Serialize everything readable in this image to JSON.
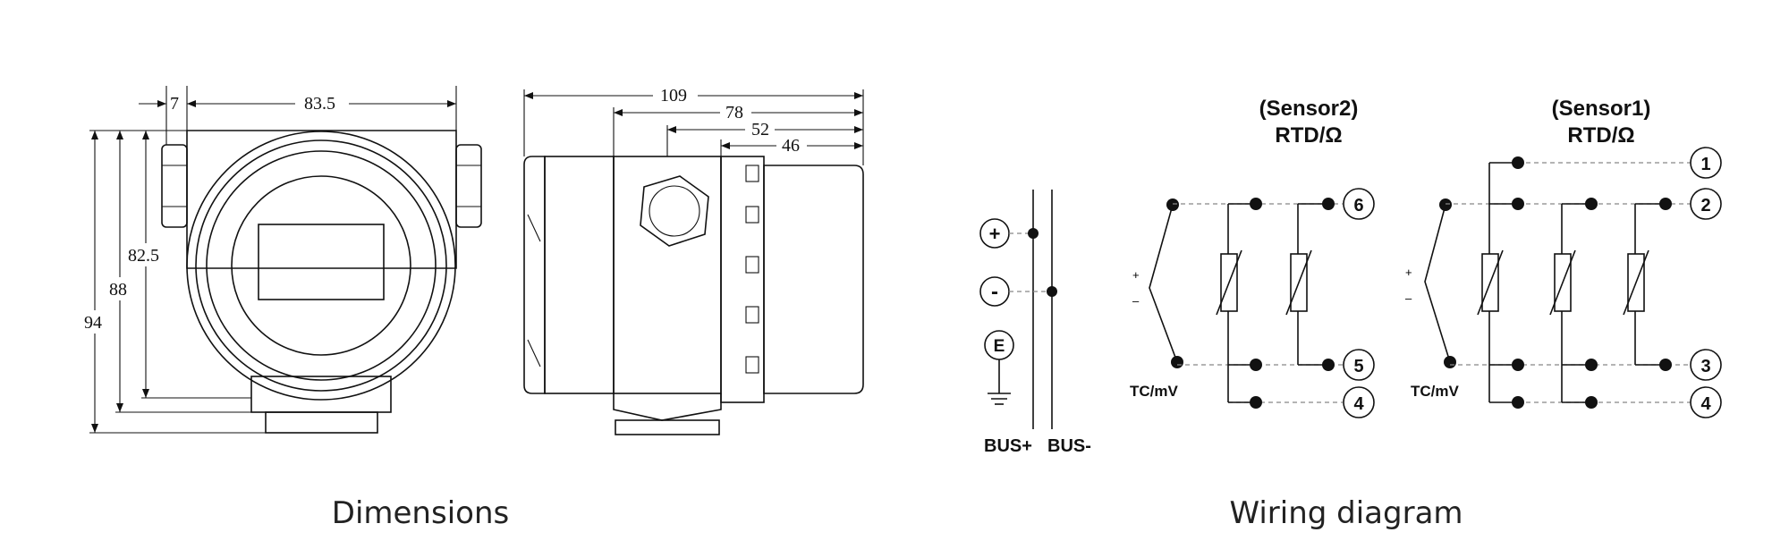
{
  "dimensions_view": {
    "caption": "Dimensions",
    "labels": {
      "d7": "7",
      "d83_5": "83.5",
      "d82_5": "82.5",
      "d88": "88",
      "d94": "94",
      "d109": "109",
      "d78": "78",
      "d52": "52",
      "d46": "46"
    }
  },
  "wiring_view": {
    "caption": "Wiring diagram",
    "bus": {
      "plus_symbol": "+",
      "minus_symbol": "-",
      "earth_symbol": "E",
      "bus_plus": "BUS+",
      "bus_minus": "BUS-"
    },
    "sensor2": {
      "title": "(Sensor2)",
      "subtitle": "RTD/Ω",
      "tc_label": "TC/mV",
      "polarity_plus": "+",
      "polarity_minus": "–",
      "terminals": [
        "6",
        "5",
        "4"
      ]
    },
    "sensor1": {
      "title": "(Sensor1)",
      "subtitle": "RTD/Ω",
      "tc_label": "TC/mV",
      "polarity_plus": "+",
      "polarity_minus": "–",
      "terminals": [
        "1",
        "2",
        "3",
        "4"
      ]
    }
  }
}
